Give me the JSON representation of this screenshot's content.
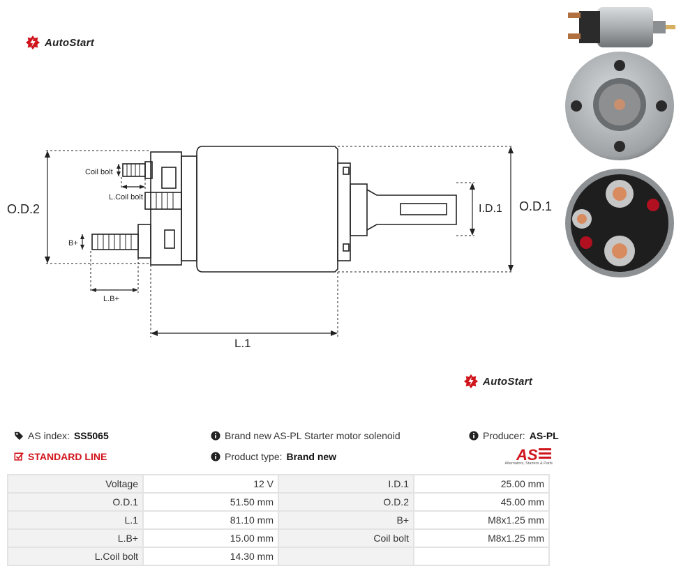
{
  "brand": {
    "name": "AutoStart"
  },
  "drawing": {
    "labels": {
      "od2": "O.D.2",
      "od1": "O.D.1",
      "id1": "I.D.1",
      "l1": "L.1",
      "coil_bolt": "Coil bolt",
      "l_coil_bolt": "L.Coil bolt",
      "b_plus": "B+",
      "l_b_plus": "L.B+"
    }
  },
  "info": {
    "as_index_label": "AS index:",
    "as_index_value": "SS5065",
    "line_label": "STANDARD LINE",
    "description": "Brand new AS-PL Starter motor solenoid",
    "product_type_label": "Product type:",
    "product_type_value": "Brand new",
    "producer_label": "Producer:",
    "producer_value": "AS-PL",
    "producer_logo_text": "AS",
    "producer_tagline": "Alternators, Starters & Parts"
  },
  "specs": [
    {
      "l1": "Voltage",
      "v1": "12 V",
      "l2": "I.D.1",
      "v2": "25.00 mm"
    },
    {
      "l1": "O.D.1",
      "v1": "51.50 mm",
      "l2": "O.D.2",
      "v2": "45.00 mm"
    },
    {
      "l1": "L.1",
      "v1": "81.10 mm",
      "l2": "B+",
      "v2": "M8x1.25 mm"
    },
    {
      "l1": "L.B+",
      "v1": "15.00 mm",
      "l2": "Coil bolt",
      "v2": "M8x1.25 mm"
    },
    {
      "l1": "L.Coil bolt",
      "v1": "14.30 mm",
      "l2": "",
      "v2": ""
    }
  ],
  "colors": {
    "accent_red": "#d0141c",
    "label_bg": "#f2f2f2",
    "border": "#e3e3e3"
  }
}
